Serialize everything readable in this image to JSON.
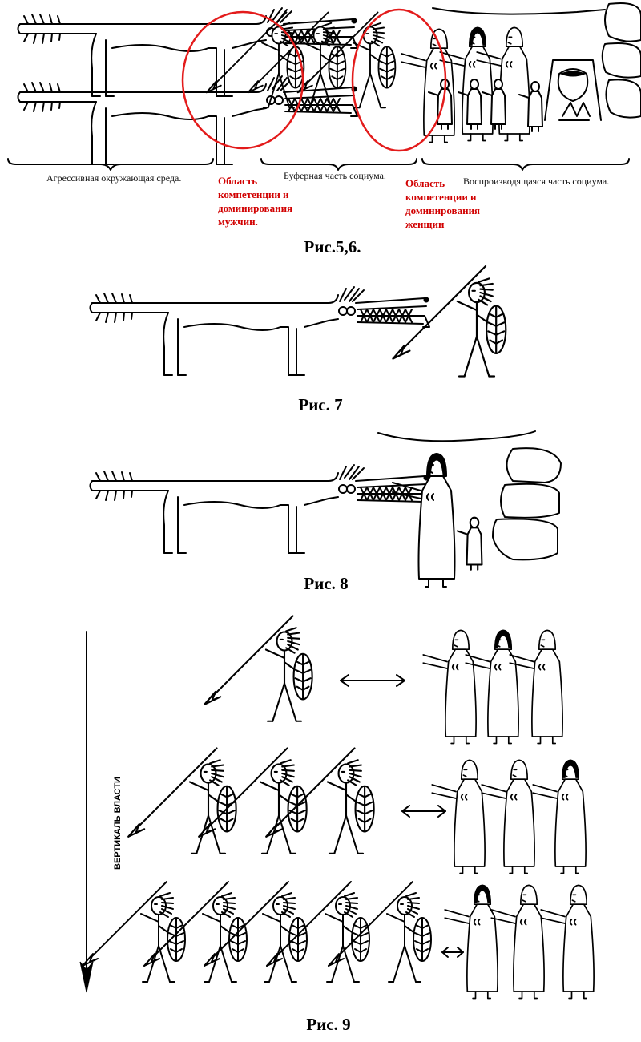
{
  "top_scene": {
    "label_environment": "Агрессивная окружающая среда.",
    "label_buffer": "Буферная часть социума.",
    "label_reproducing": "Воспроизводящаяся часть социума.",
    "label_men_area": "Область\nкомпетенции и\nдоминирования\nмужчин.",
    "label_women_area": "Область\nкомпетенции и\nдоминирования\nженщин",
    "caption": "Рис.5,6."
  },
  "fig7": {
    "caption": "Рис. 7"
  },
  "fig8": {
    "caption": "Рис. 8"
  },
  "fig9": {
    "axis_label": "ВЕРТИКАЛЬ ВЛАСТИ",
    "caption": "Рис. 9"
  },
  "colors": {
    "ink": "#000000",
    "highlight": "#e31b1b",
    "label_red": "#d10000"
  }
}
